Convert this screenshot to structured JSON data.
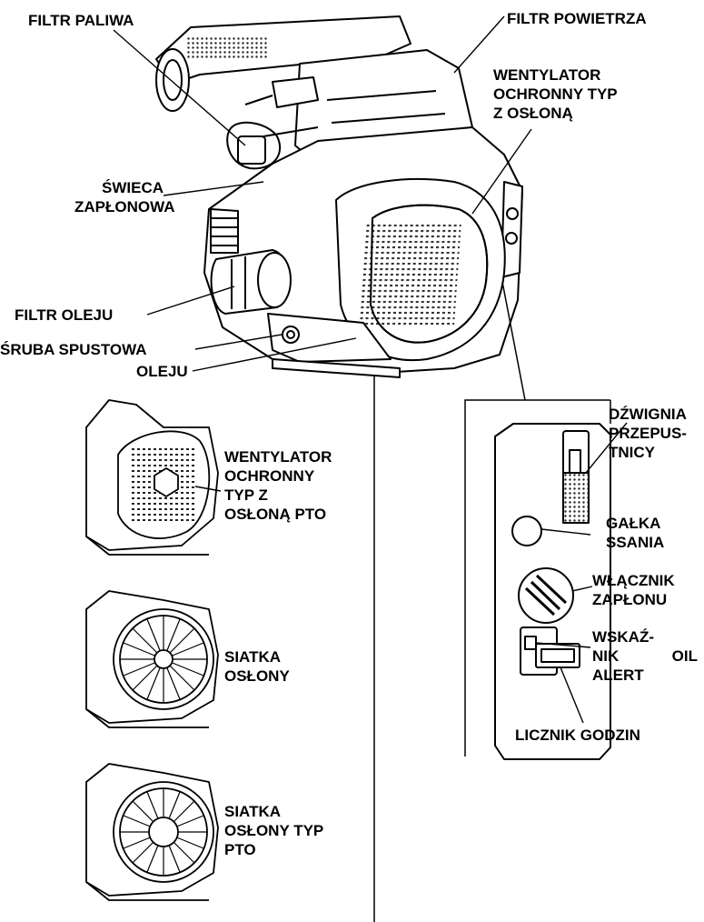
{
  "labels": {
    "fuel_filter": "FILTR PALIWA",
    "air_filter": "FILTR POWIETRZA",
    "fan_shroud_guard": "WENTYLATOR\nOCHRONNY TYP\nZ OSŁONĄ",
    "spark_plug": "ŚWIECA\nZAPŁONOWA",
    "oil_filter": "FILTR OLEJU",
    "drain_bolt_line1": "ŚRUBA SPUSTOWA",
    "drain_bolt_line2": "OLEJU",
    "throttle_lever": "DŹWIGNIA\nPRZEPUS-\nTNICY",
    "fan_guard_pto": "WENTYLATOR\nOCHRONNY\nTYP Z\nOSŁONĄ PTO",
    "choke_knob": "GAŁKA\nSSANIA",
    "ignition_switch": "WŁĄCZNIK\nZAPŁONU",
    "oil_alert_line1": "WSKAŹ-",
    "oil_alert_line2": "NIK OIL",
    "oil_alert_line3": "ALERT",
    "screen_grid": "SIATKA\nOSŁONY",
    "hour_meter": "LICZNIK GODZIN",
    "screen_grid_pto": "SIATKA\nOSŁONY TYP\nPTO"
  },
  "icons": {
    "engine": "engine-illustration-icon",
    "panel": "control-panel-icon",
    "variant1": "fan-guard-pto-variant-icon",
    "variant2": "screen-grid-variant-icon",
    "variant3": "screen-grid-pto-variant-icon"
  }
}
